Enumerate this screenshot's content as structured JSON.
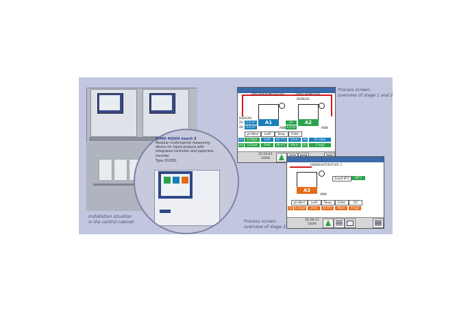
{
  "info": {
    "brand": "JUMO AQUIS touch S",
    "description": "Modular multichannel measuring device for liquid analysis with integrated controller and paperless recorder",
    "type": "Type 202581"
  },
  "captions": {
    "installation_line1": "Installation situation",
    "installation_line2": "in the control cabinet",
    "proc12_line1": "Process screen:",
    "proc12_line2": "overview of stage 1 and 2",
    "proc3_line1": "Process screen:",
    "proc3_line2": "overview of stage 3"
  },
  "screen1": {
    "stage1_title": "ENTSÄUERUNGSSTUFE",
    "stage2_title": "ZWISCHENSTUFE",
    "reingas": "REINGAS",
    "rohgas": "ROHGAS",
    "tank1": "A1",
    "tank2": "A2",
    "zu_label": "ZU",
    "ab_label": "AB",
    "zu_value": "2.4 m³",
    "ab_value": "2.4 m³",
    "zu2_value": "m³",
    "ab2_value": "2.4 m³",
    "abw1": "ABW.",
    "abw2": "ABW.",
    "headers": [
      "ph-Wert",
      "Leitf.",
      "Temp.",
      "Füllst."
    ],
    "row1": [
      "A1",
      "6.34pH",
      "2mS",
      "42.7°C",
      "53cm",
      "A6",
      "25 mbar"
    ],
    "row2": [
      "A2",
      "5.91pH",
      "0mS",
      "38.6°C",
      "49cm",
      "A2",
      "2 mg/l"
    ],
    "time": "15:24:41",
    "zoom": "100%"
  },
  "screen3": {
    "title": "ENDREAKTORSTUFE 3",
    "zuluft_label": "Zuluft BT2",
    "zuluft_value": "46°C",
    "tank": "A3",
    "abw": "ABW.",
    "headers": [
      "ph-Wert",
      "Leitf.",
      "Temp.",
      "Füllst.",
      "O2"
    ],
    "row": [
      "A3",
      "6.31pH",
      "2mS",
      "35.6°C",
      "49cm",
      "4mg/l"
    ],
    "time": "16:28:15",
    "zoom": "100%"
  },
  "colors": {
    "panel": "#c3c6df",
    "blue_cell": "#1a7fb9",
    "green_cell": "#2aa34a",
    "orange_cell": "#e56a1a",
    "status_green": "#2aa34a"
  },
  "icons": [
    "tree-icon",
    "list-icon",
    "home-icon",
    "menu-icon"
  ]
}
